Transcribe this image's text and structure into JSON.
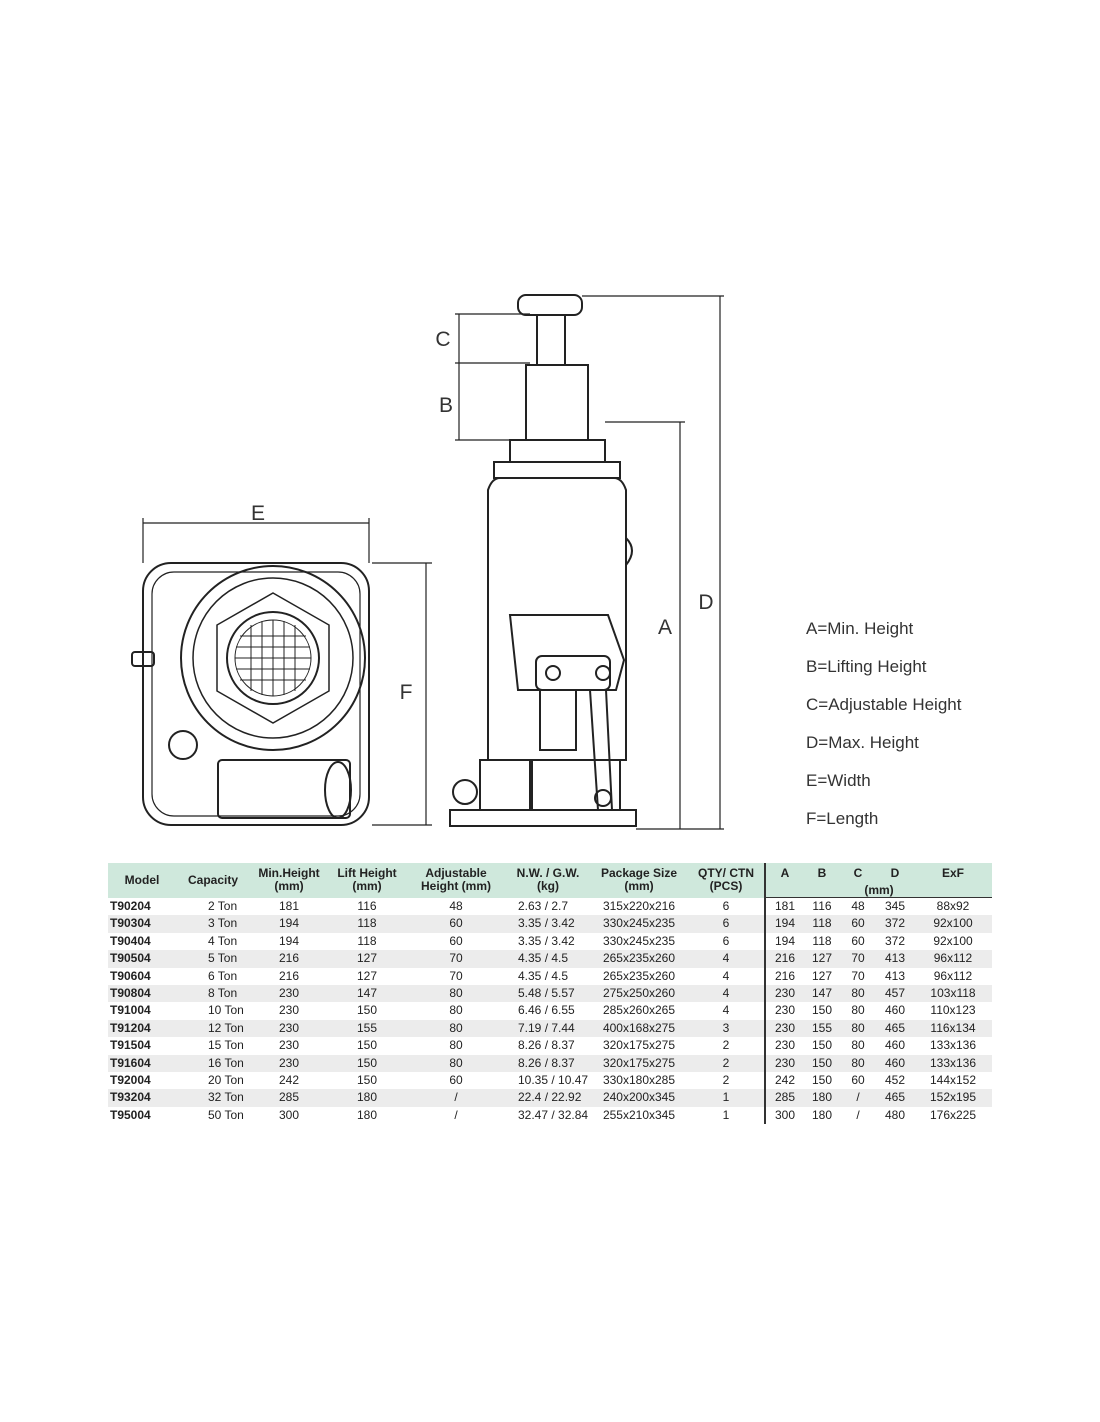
{
  "diagram": {
    "labels": {
      "A": "A",
      "B": "B",
      "C": "C",
      "D": "D",
      "E": "E",
      "F": "F"
    }
  },
  "legend": [
    "A=Min. Height",
    "B=Lifting Height",
    "C=Adjustable Height",
    "D=Max. Height",
    "E=Width",
    "F=Length"
  ],
  "table": {
    "headers": [
      "Model",
      "Capacity",
      "Min.Height (mm)",
      "Lift Height (mm)",
      "Adjustable Height (mm)",
      "N.W. / G.W. (kg)",
      "Package Size (mm)",
      "QTY/ CTN (PCS)",
      "A",
      "B",
      "C",
      "D",
      "ExF"
    ],
    "unit_label": "(mm)",
    "rows": [
      [
        "T90204",
        "2 Ton",
        "181",
        "116",
        "48",
        "2.63 / 2.7",
        "315x220x216",
        "6",
        "181",
        "116",
        "48",
        "345",
        "88x92"
      ],
      [
        "T90304",
        "3 Ton",
        "194",
        "118",
        "60",
        "3.35 / 3.42",
        "330x245x235",
        "6",
        "194",
        "118",
        "60",
        "372",
        "92x100"
      ],
      [
        "T90404",
        "4 Ton",
        "194",
        "118",
        "60",
        "3.35 / 3.42",
        "330x245x235",
        "6",
        "194",
        "118",
        "60",
        "372",
        "92x100"
      ],
      [
        "T90504",
        "5 Ton",
        "216",
        "127",
        "70",
        "4.35 / 4.5",
        "265x235x260",
        "4",
        "216",
        "127",
        "70",
        "413",
        "96x112"
      ],
      [
        "T90604",
        "6 Ton",
        "216",
        "127",
        "70",
        "4.35 / 4.5",
        "265x235x260",
        "4",
        "216",
        "127",
        "70",
        "413",
        "96x112"
      ],
      [
        "T90804",
        "8 Ton",
        "230",
        "147",
        "80",
        "5.48 / 5.57",
        "275x250x260",
        "4",
        "230",
        "147",
        "80",
        "457",
        "103x118"
      ],
      [
        "T91004",
        "10 Ton",
        "230",
        "150",
        "80",
        "6.46 / 6.55",
        "285x260x265",
        "4",
        "230",
        "150",
        "80",
        "460",
        "110x123"
      ],
      [
        "T91204",
        "12 Ton",
        "230",
        "155",
        "80",
        "7.19 / 7.44",
        "400x168x275",
        "3",
        "230",
        "155",
        "80",
        "465",
        "116x134"
      ],
      [
        "T91504",
        "15 Ton",
        "230",
        "150",
        "80",
        "8.26 / 8.37",
        "320x175x275",
        "2",
        "230",
        "150",
        "80",
        "460",
        "133x136"
      ],
      [
        "T91604",
        "16 Ton",
        "230",
        "150",
        "80",
        "8.26 / 8.37",
        "320x175x275",
        "2",
        "230",
        "150",
        "80",
        "460",
        "133x136"
      ],
      [
        "T92004",
        "20 Ton",
        "242",
        "150",
        "60",
        "10.35 / 10.47",
        "330x180x285",
        "2",
        "242",
        "150",
        "60",
        "452",
        "144x152"
      ],
      [
        "T93204",
        "32 Ton",
        "285",
        "180",
        "/",
        "22.4 / 22.92",
        "240x200x345",
        "1",
        "285",
        "180",
        "/",
        "465",
        "152x195"
      ],
      [
        "T95004",
        "50 Ton",
        "300",
        "180",
        "/",
        "32.47 / 32.84",
        "255x210x345",
        "1",
        "300",
        "180",
        "/",
        "480",
        "176x225"
      ]
    ]
  }
}
